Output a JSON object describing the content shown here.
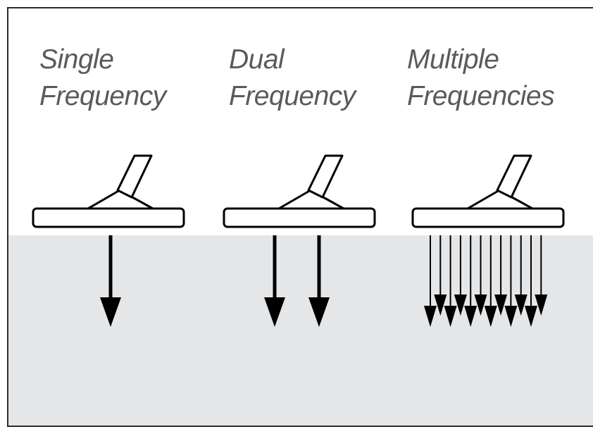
{
  "panels": [
    {
      "name": "single",
      "line1": "Single",
      "line2": "Frequency",
      "arrow_count": 1
    },
    {
      "name": "dual",
      "line1": "Dual",
      "line2": "Frequency",
      "arrow_count": 2
    },
    {
      "name": "multiple",
      "line1": "Multiple",
      "line2": "Frequencies",
      "arrow_count": 12
    }
  ],
  "colors": {
    "text": "#5a5a5a",
    "stroke": "#000000",
    "ground": "#e5e6e8",
    "frame": "#2b2b2b"
  },
  "icons": [
    "metal-detector-coil-icon",
    "down-arrow-icon"
  ]
}
